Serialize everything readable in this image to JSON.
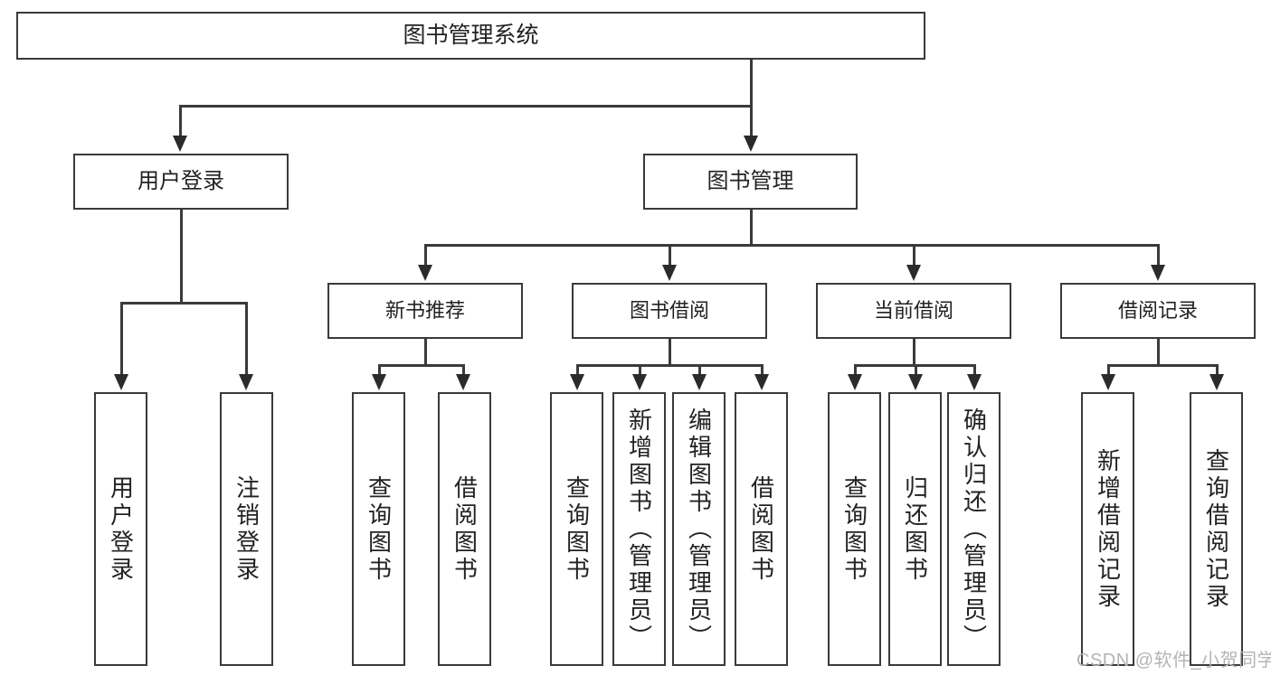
{
  "diagram": {
    "title": "图书管理系统",
    "type": "tree-hierarchy-diagram",
    "colors": {
      "box_border": "#3a3a3a",
      "box_fill": "#ffffff",
      "connector": "#3a3a3a",
      "text": "#222222",
      "watermark": "#b4b4b4"
    },
    "root": {
      "label": "图书管理系统"
    },
    "level1": [
      {
        "label": "用户登录"
      },
      {
        "label": "图书管理"
      }
    ],
    "level2": [
      {
        "label": "新书推荐"
      },
      {
        "label": "图书借阅"
      },
      {
        "label": "当前借阅"
      },
      {
        "label": "借阅记录"
      }
    ],
    "leaves": {
      "user_login": [
        {
          "label": "用户登录"
        },
        {
          "label": "注销登录"
        }
      ],
      "new_book_recommend": [
        {
          "label": "查询图书"
        },
        {
          "label": "借阅图书"
        }
      ],
      "book_borrow": [
        {
          "label": "查询图书"
        },
        {
          "label": "新增图书（管理员）"
        },
        {
          "label": "编辑图书（管理员）"
        },
        {
          "label": "借阅图书"
        }
      ],
      "current_borrow": [
        {
          "label": "查询图书"
        },
        {
          "label": "归还图书"
        },
        {
          "label": "确认归还（管理员）"
        }
      ],
      "borrow_records": [
        {
          "label": "新增借阅记录"
        },
        {
          "label": "查询借阅记录"
        }
      ]
    }
  },
  "watermark": {
    "text": "CSDN @软件_小贺同学"
  }
}
